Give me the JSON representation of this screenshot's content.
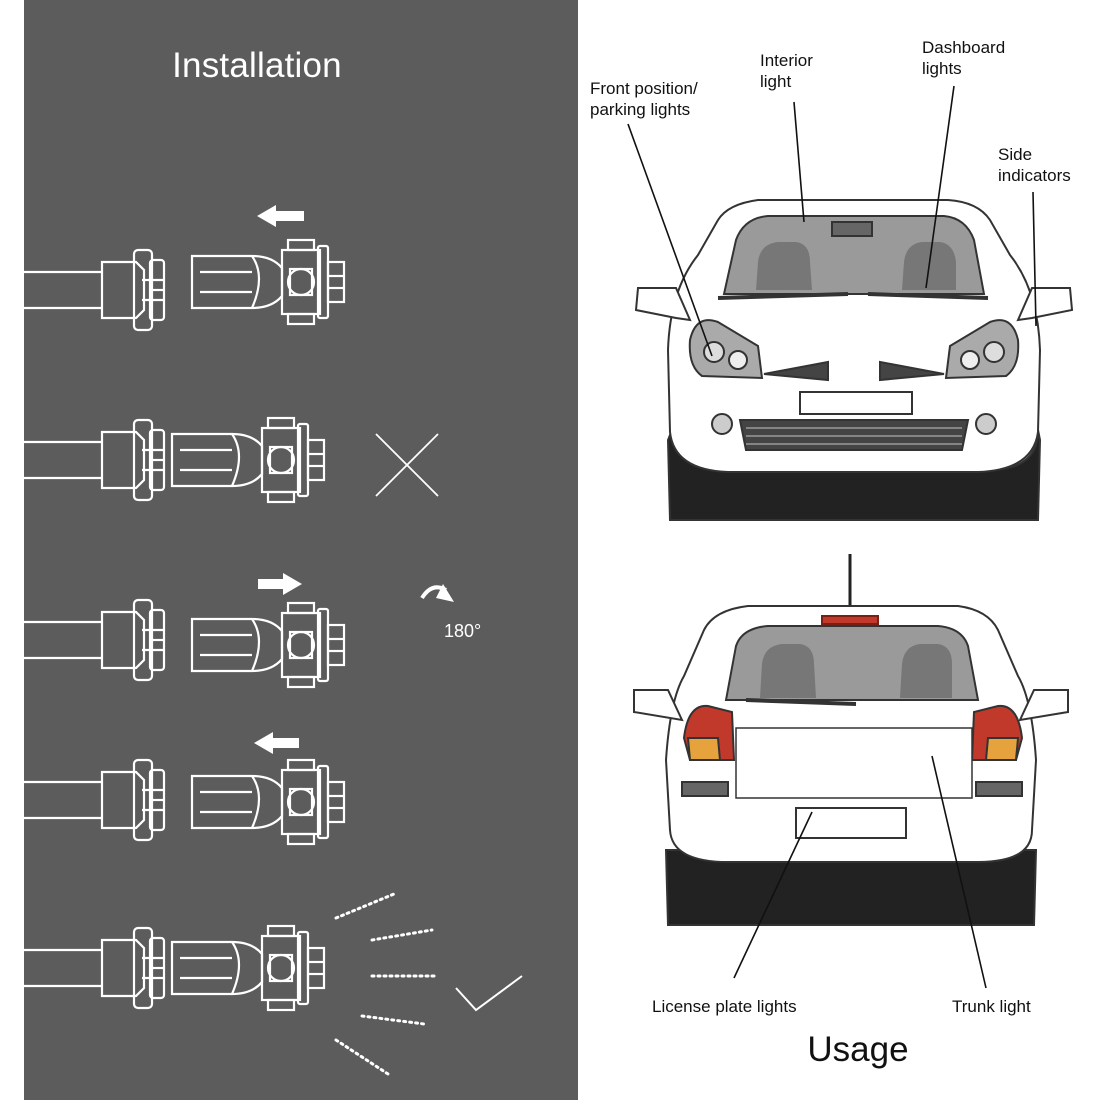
{
  "installation": {
    "title": "Installation",
    "rotation_label": "180°",
    "steps": [
      {
        "action": "pull-out",
        "arrow": "left",
        "result": "none"
      },
      {
        "action": "inserted-wrong",
        "arrow": "none",
        "result": "cross"
      },
      {
        "action": "rotate-and-push",
        "arrow": "right",
        "result": "none"
      },
      {
        "action": "pull-out",
        "arrow": "left",
        "result": "none"
      },
      {
        "action": "inserted-correct",
        "arrow": "none",
        "result": "check"
      }
    ]
  },
  "usage": {
    "title": "Usage",
    "front_callouts": {
      "front_position": {
        "line1": "Front position/",
        "line2": "parking lights"
      },
      "interior": {
        "line1": "Interior",
        "line2": "light"
      },
      "dashboard": {
        "line1": "Dashboard",
        "line2": "lights"
      },
      "side": {
        "line1": "Side",
        "line2": "indicators"
      }
    },
    "rear_callouts": {
      "license_plate": "License plate lights",
      "trunk": "Trunk light"
    }
  },
  "colors": {
    "panel_background": "#5c5c5c",
    "line_art": "#ffffff",
    "tail_light_red": "#c0392b",
    "tail_light_amber": "#e6a23c"
  }
}
